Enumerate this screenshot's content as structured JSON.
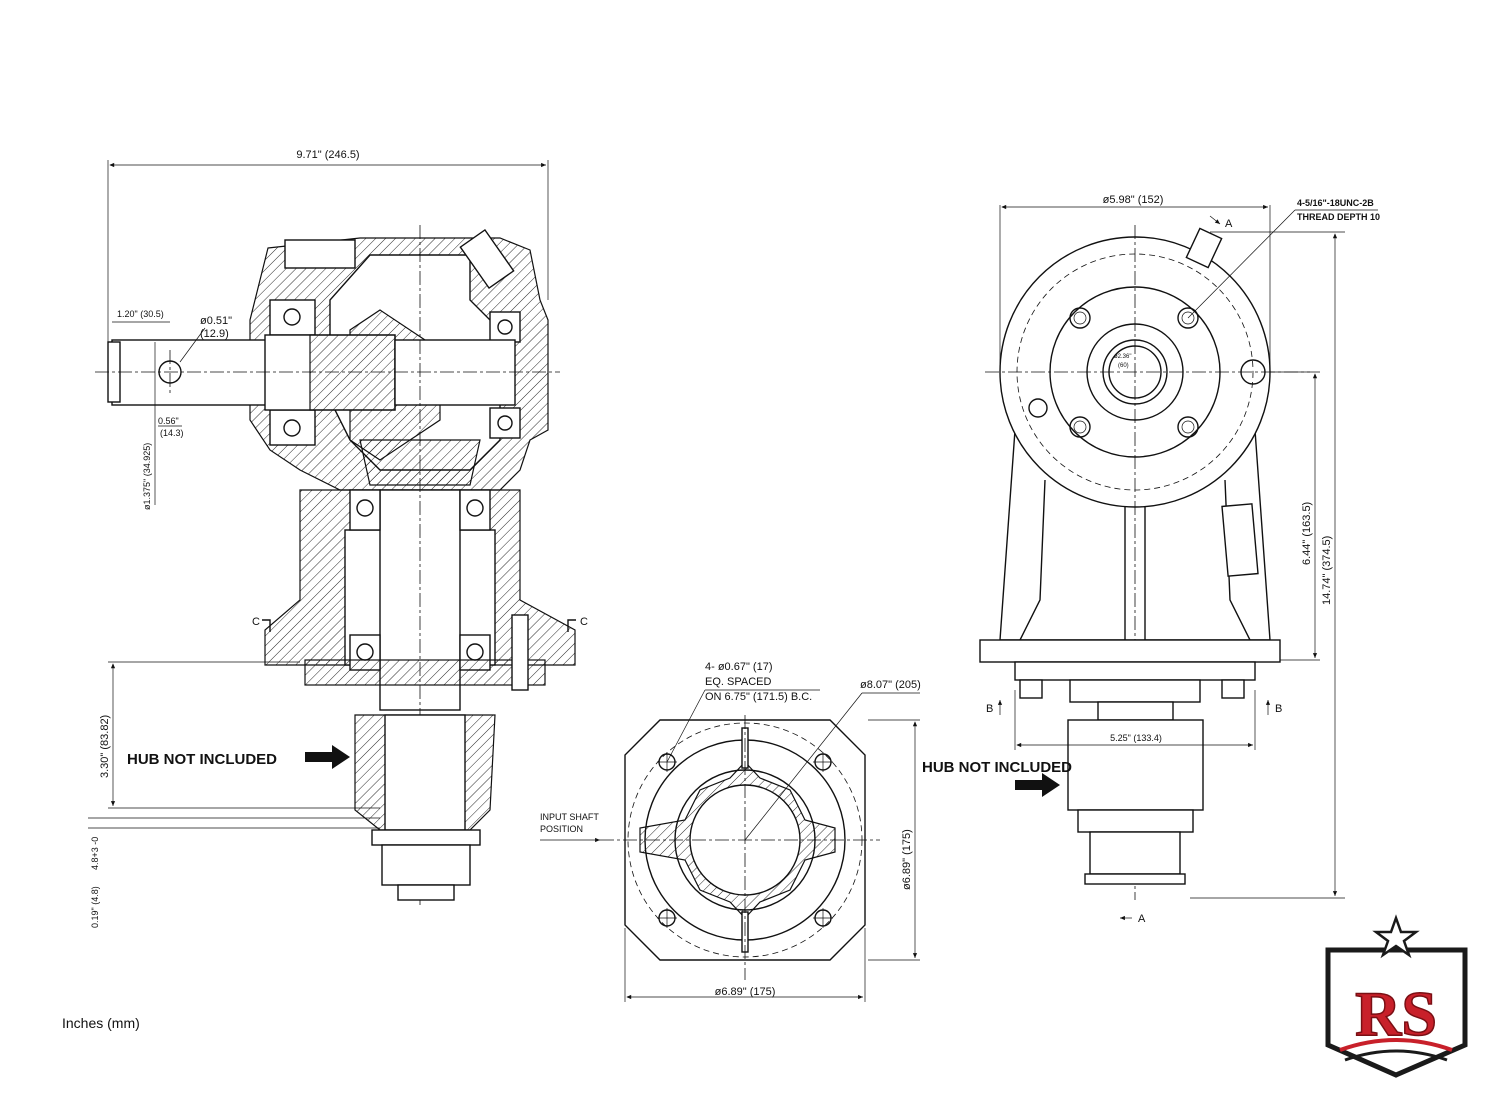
{
  "units_note": "Inches (mm)",
  "callouts": {
    "hub_not_included_left": "HUB NOT INCLUDED",
    "hub_not_included_right": "HUB NOT INCLUDED",
    "input_shaft_position_line1": "INPUT SHAFT",
    "input_shaft_position_line2": "POSITION"
  },
  "side_view": {
    "overall_width": "9.71\" (246.5)",
    "shaft_length": "1.20\" (30.5)",
    "pin_hole_dia": "ø0.51\"",
    "pin_hole_dia_mm": "(12.9)",
    "pin_offset": "0.56\"",
    "pin_offset_mm": "(14.3)",
    "shaft_dia": "ø1.375\" (34.925)",
    "hub_height": "3.30\" (83.82)",
    "tolerance": "4.8+3 -0",
    "gap": "0.19\" (4.8)",
    "section_c_left": "C",
    "section_c_right": "C"
  },
  "bottom_view": {
    "bolt_holes_line1": "4- ø0.67\" (17)",
    "bolt_holes_line2": "EQ. SPACED",
    "bolt_holes_line3": "ON 6.75\" (171.5) B.C.",
    "diagonal": "ø8.07\" (205)",
    "height": "ø6.89\" (175)",
    "width": "ø6.89\" (175)"
  },
  "front_view": {
    "top_dia": "ø5.98\" (152)",
    "thread_line1": "4-5/16\"-18UNC-2B",
    "thread_line2": "THREAD DEPTH 10",
    "bore": "ø2.36\"",
    "bore_mm": "(60)",
    "height_inner": "6.44\" (163.5)",
    "height_total": "14.74\" (374.5)",
    "flange_width": "5.25\" (133.4)",
    "section_a_top": "A",
    "section_a_bottom": "A",
    "section_b_left": "B",
    "section_b_right": "B"
  },
  "logo": {
    "letters": "RS",
    "red": "#c8202a",
    "dark": "#1a1a1a"
  }
}
